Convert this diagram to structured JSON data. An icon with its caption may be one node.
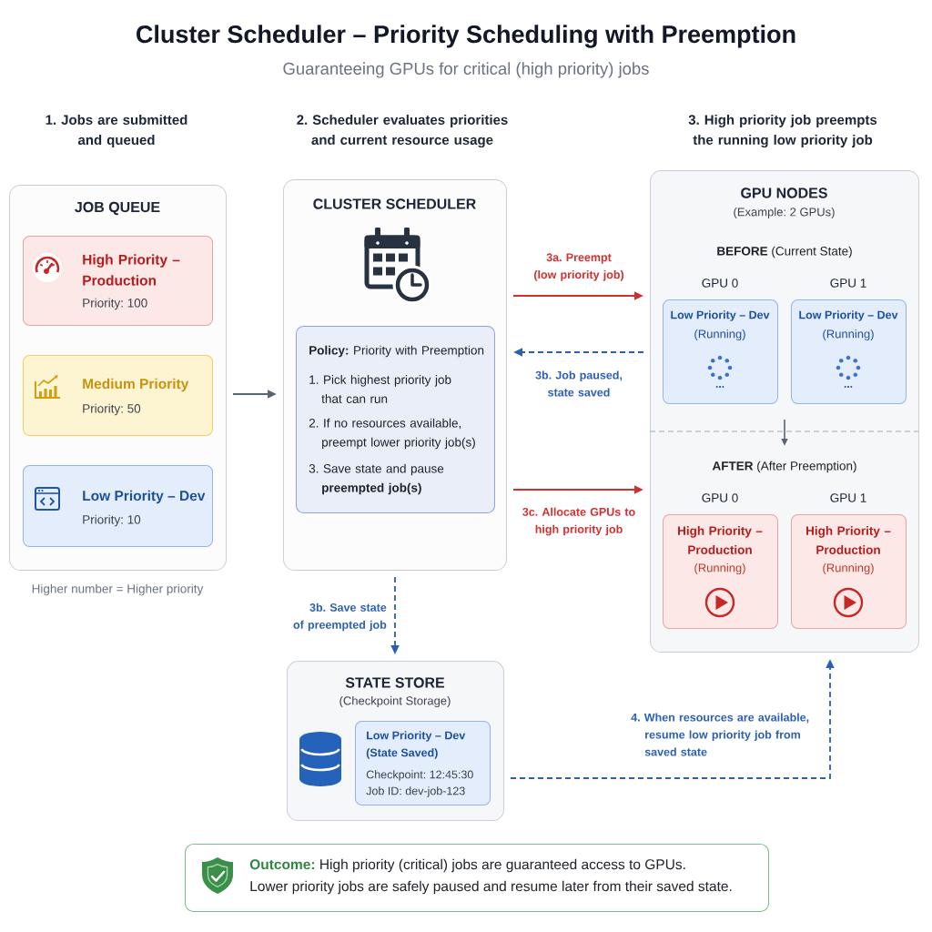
{
  "diagram": {
    "title": "Cluster Scheduler – Priority Scheduling with Preemption",
    "nodes": [
      {
        "text": [
          "JOB QUEUE"
        ],
        "beside": [
          "Higher number = Higher priority"
        ]
      },
      {
        "text": [
          "High Priority – Production",
          "Priority: 100"
        ],
        "in": 0
      },
      {
        "text": [
          "Medium Priority",
          "Priority: 50"
        ],
        "in": 0
      },
      {
        "text": [
          "Low Priority – Dev",
          "Priority: 10"
        ],
        "in": 0
      },
      {
        "text": [
          "CLUSTER SCHEDULER"
        ]
      },
      {
        "text": [
          "**Policy:** Priority with Preemption",
          "1. Pick highest priority job that can run",
          "2. If no resources available, preempt lower priority job(s)",
          "3. Save state and pause **preempted job(s)**"
        ],
        "in": 4
      },
      {
        "text": [
          "GPU NODES",
          "(Example: 2 GPUs)"
        ]
      },
      {
        "text": [
          "Low Priority – Dev",
          "(Running)",
          "..."
        ],
        "beside": [
          "GPU 0"
        ],
        "in": 6
      },
      {
        "text": [
          "Low Priority – Dev",
          "(Running)",
          "..."
        ],
        "beside": [
          "GPU 1"
        ],
        "in": 6
      },
      {
        "text": [
          "High Priority – Production",
          "(Running)"
        ],
        "beside": [
          "GPU 0"
        ],
        "in": 6
      },
      {
        "text": [
          "High Priority – Production",
          "(Running)"
        ],
        "beside": [
          "GPU 1"
        ],
        "in": 6
      },
      {
        "text": [
          "STATE STORE",
          "(Checkpoint Storage)"
        ]
      },
      {
        "text": [
          "Low Priority – Dev",
          "(State Saved)",
          "Checkpoint: 12:45:30",
          "Job ID: dev-job-123"
        ],
        "in": 11
      },
      {
        "text": [
          "**Outcome:** High priority (critical) jobs are guaranteed access to GPUs.",
          "Lower priority jobs are safely paused and resume later from their saved state."
        ]
      }
    ],
    "edges": [
      {
        "from": 0,
        "to": 4,
        "arrow": "to"
      },
      {
        "from": 4,
        "to": 6,
        "arrow": "to",
        "label": "3a. Preempt (low priority job)",
        "color": "#d32f2f"
      },
      {
        "from": 6,
        "to": 4,
        "arrow": "to",
        "label": "3b. Job paused, state saved",
        "style": "dashed",
        "color": "#2b5fb4"
      },
      {
        "from": 4,
        "to": 6,
        "arrow": "to",
        "label": "3c. Allocate GPUs to high priority job",
        "color": "#d32f2f"
      },
      {
        "from": 4,
        "to": 11,
        "arrow": "to",
        "label": "3b. Save state of preempted job",
        "style": "dashed",
        "color": "#2b5fb4"
      },
      {
        "from": 11,
        "to": 6,
        "arrow": "to",
        "label": "4. When resources are available, resume low priority job from saved state",
        "style": "dashed",
        "color": "#2b5fb4"
      }
    ],
    "labels": [
      "Guaranteeing GPUs for critical (high priority) jobs",
      "1. Jobs are submitted and queued",
      "2. Scheduler evaluates priorities and current resource usage",
      "3. High priority job preempts the running low priority job",
      "**BEFORE** (Current State)",
      "**AFTER** (After Preemption)"
    ]
  }
}
